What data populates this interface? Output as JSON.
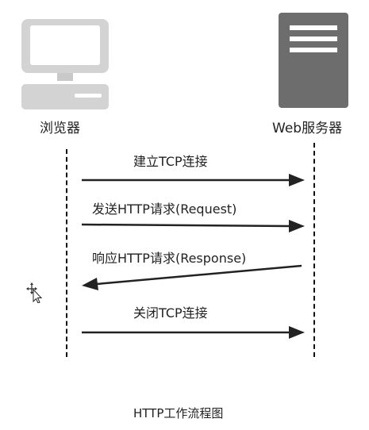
{
  "participants": {
    "browser": "浏览器",
    "server": "Web服务器"
  },
  "messages": [
    {
      "label": "建立TCP连接",
      "direction": "right"
    },
    {
      "label": "发送HTTP请求(Request)",
      "direction": "right"
    },
    {
      "label": "响应HTTP请求(Response)",
      "direction": "left"
    },
    {
      "label": "关闭TCP连接",
      "direction": "right"
    }
  ],
  "caption": "HTTP工作流程图",
  "icons": {
    "client": "computer-icon",
    "server": "server-icon",
    "cursor": "move-cursor-icon"
  }
}
